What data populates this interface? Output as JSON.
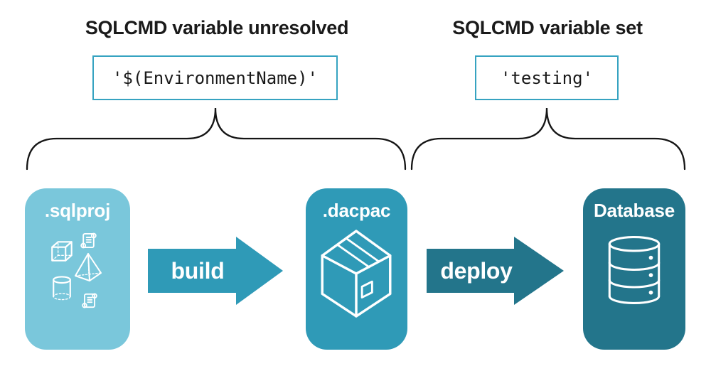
{
  "annotations": {
    "left": {
      "heading": "SQLCMD variable unresolved",
      "code": "'$(EnvironmentName)'"
    },
    "right": {
      "heading": "SQLCMD variable set",
      "code": "'testing'"
    }
  },
  "pipeline": {
    "sqlproj_label": ".sqlproj",
    "build_label": "build",
    "dacpac_label": ".dacpac",
    "deploy_label": "deploy",
    "database_label": "Database"
  },
  "colors": {
    "sqlproj_bg": "#7ac7db",
    "dacpac_bg": "#2f9ab7",
    "database_bg": "#23758b",
    "build_arrow": "#2f9ab7",
    "deploy_arrow": "#23758b",
    "code_box_border": "#36a3c1",
    "brace_stroke": "#151515",
    "heading_text": "#1a1a1a",
    "icon_stroke": "#ffffff"
  },
  "icons": {
    "sqlproj_block": [
      "scroll-icon",
      "cube-icon",
      "pyramid-icon",
      "cylinder-icon",
      "scroll-icon"
    ],
    "dacpac_block": "package-icon",
    "database_block": "database-icon"
  }
}
